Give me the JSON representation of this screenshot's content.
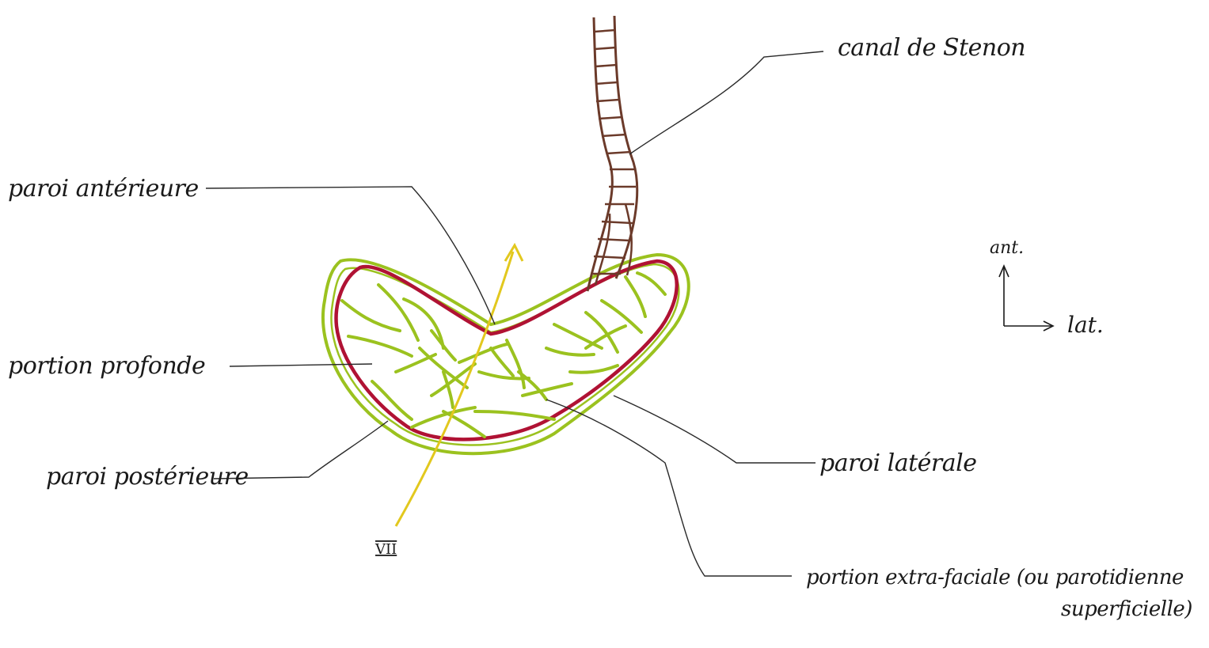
{
  "labels": {
    "canal": "canal de Stenon",
    "paroi_anterieure": "paroi antérieure",
    "portion_profonde": "portion profonde",
    "paroi_posterieure": "paroi postérieure",
    "paroi_laterale": "paroi latérale",
    "portion_extra_line1": "portion extra-faciale (ou parotidienne",
    "portion_extra_line2": "superficielle)",
    "nerve": "VII"
  },
  "orientation": {
    "up": "ant.",
    "right": "lat."
  },
  "colors": {
    "outer_capsule": "#9bc21f",
    "capsule_fill": "#c8dc5a",
    "inner_wall": "#b01234",
    "fibers": "#9bc21f",
    "duct": "#6b3a2a",
    "nerve": "#e2c81e",
    "ink": "#1a1a1a"
  }
}
